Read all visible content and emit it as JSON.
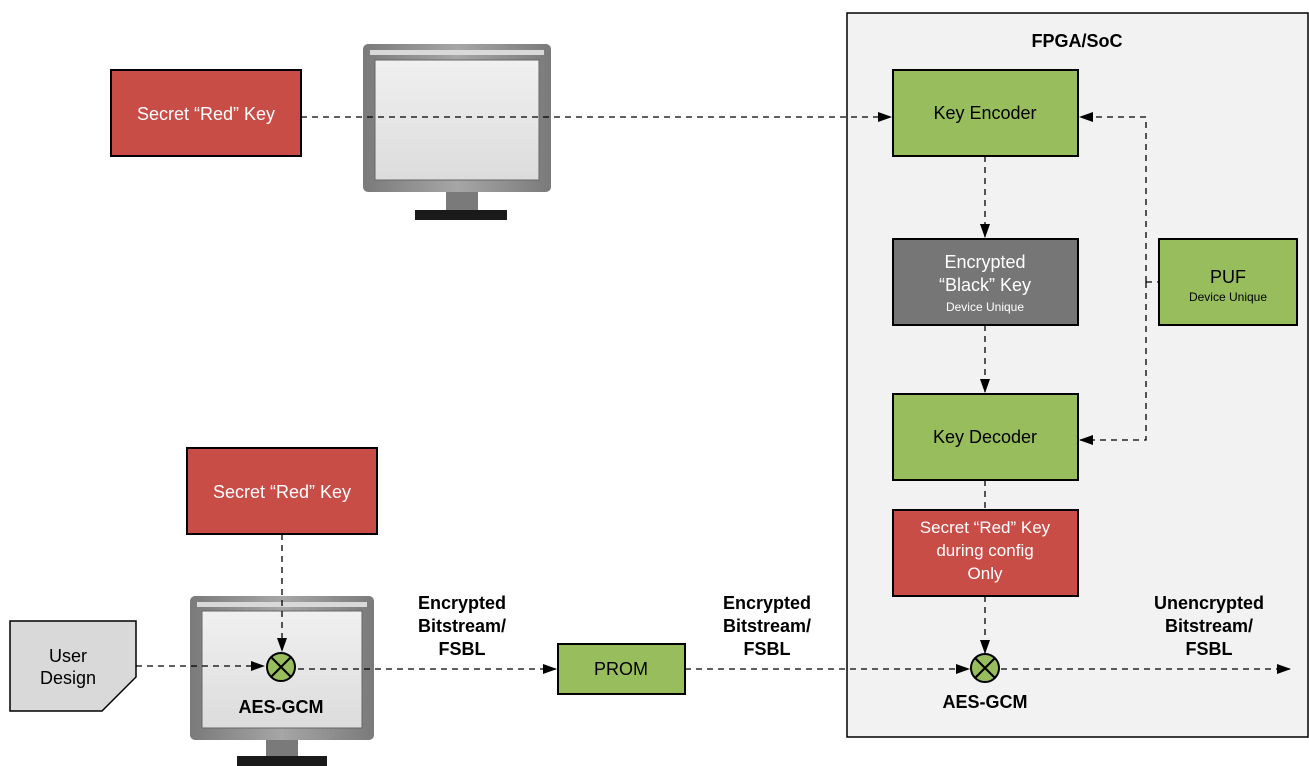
{
  "fpga": {
    "title": "FPGA/SoC"
  },
  "top": {
    "red_key": "Secret “Red” Key"
  },
  "chip": {
    "key_encoder": "Key Encoder",
    "black_key_line1": "Encrypted",
    "black_key_line2": "“Black” Key",
    "black_key_sub": "Device Unique",
    "puf": "PUF",
    "puf_sub": "Device Unique",
    "key_decoder": "Key Decoder",
    "red_key_config_line1": "Secret “Red” Key",
    "red_key_config_line2": "during config",
    "red_key_config_line3": "Only",
    "aes_label": "AES-GCM"
  },
  "bottom": {
    "red_key": "Secret “Red” Key",
    "user_design_line1": "User",
    "user_design_line2": "Design",
    "aes_label": "AES-GCM",
    "prom": "PROM",
    "enc_label_1": {
      "line1": "Encrypted",
      "line2": "Bitstream/",
      "line3": "FSBL"
    },
    "enc_label_2": {
      "line1": "Encrypted",
      "line2": "Bitstream/",
      "line3": "FSBL"
    },
    "unenc_label": {
      "line1": "Unencrypted",
      "line2": "Bitstream/",
      "line3": "FSBL"
    }
  },
  "colors": {
    "red": "#c94d47",
    "green": "#98bd5c",
    "gray_box": "#767676",
    "panel": "#f2f2f2",
    "monitor_frame": "#8c8c8c",
    "screen": "#e6e6e6",
    "xor": "#98bd5c"
  }
}
